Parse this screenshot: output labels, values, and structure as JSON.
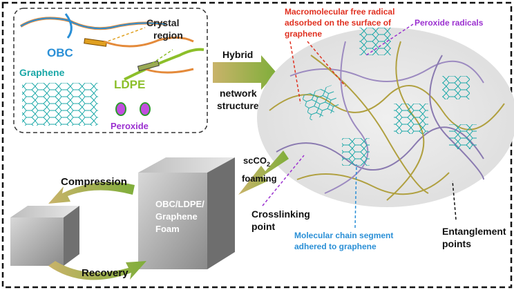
{
  "inset": {
    "crystal_region_line1": "Crystal",
    "crystal_region_line2": "region",
    "obc": "OBC",
    "graphene": "Graphene",
    "ldpe": "LDPE",
    "peroxide": "Peroxide"
  },
  "arrows": {
    "hybrid_line1": "Hybrid",
    "hybrid_line2": "network",
    "hybrid_line3": "structure",
    "foaming_line1": "scCO",
    "foaming_sub": "2",
    "foaming_line2": "foaming",
    "compression": "Compression",
    "recovery": "Recovery"
  },
  "foam": {
    "line1": "OBC/LDPE/",
    "line2": "Graphene",
    "line3": "Foam"
  },
  "annotations": {
    "macro_line1": "Macromolecular free radical",
    "macro_line2": "adsorbed on the surface of",
    "macro_line3": "graphene",
    "peroxide_radicals": "Peroxide radicals",
    "crosslink_line1": "Crosslinking",
    "crosslink_line2": "point",
    "segment_line1": "Molecular chain segment",
    "segment_line2": "adhered to graphene",
    "entangle_line1": "Entanglement",
    "entangle_line2": "points"
  },
  "colors": {
    "obc": "#2a8fd6",
    "graphene": "#19a7a7",
    "ldpe": "#8cbf2a",
    "peroxide": "#9b30d0",
    "macro": "#e03020",
    "segment": "#2a8fd6"
  }
}
